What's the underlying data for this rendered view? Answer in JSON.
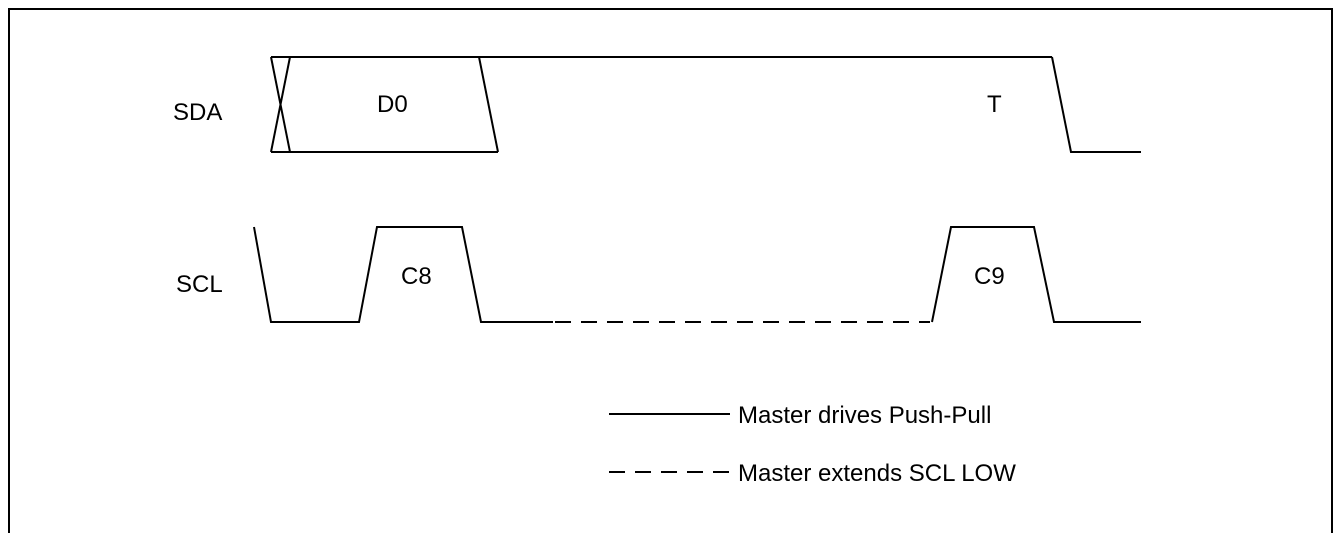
{
  "signals": {
    "sda": {
      "label": "SDA",
      "data_bit": "D0",
      "bit_t": "T"
    },
    "scl": {
      "label": "SCL",
      "clock_1": "C8",
      "clock_2": "C9"
    }
  },
  "legend": {
    "solid_label": "Master drives Push-Pull",
    "dashed_label": "Master extends SCL LOW"
  },
  "colors": {
    "line": "#000000",
    "background": "#ffffff"
  }
}
